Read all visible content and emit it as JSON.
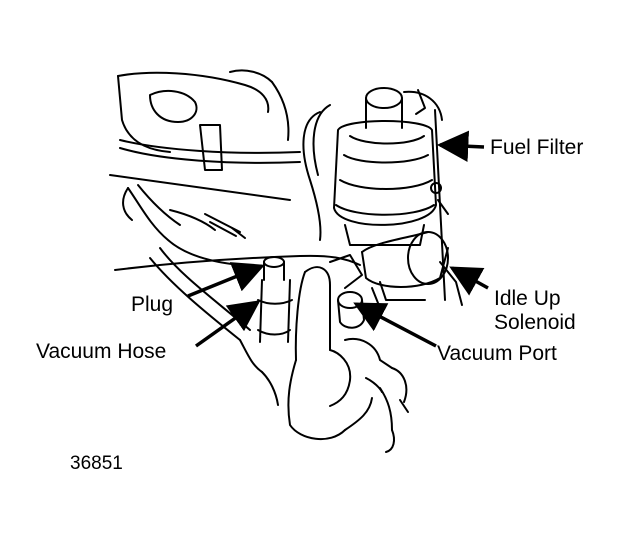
{
  "labels": {
    "fuel_filter": "Fuel Filter",
    "idle_up_line1": "Idle Up",
    "idle_up_line2": "Solenoid",
    "plug": "Plug",
    "vacuum_hose": "Vacuum Hose",
    "vacuum_port": "Vacuum Port"
  },
  "figure_number": "36851",
  "colors": {
    "ink": "#000000",
    "paper": "#ffffff"
  }
}
